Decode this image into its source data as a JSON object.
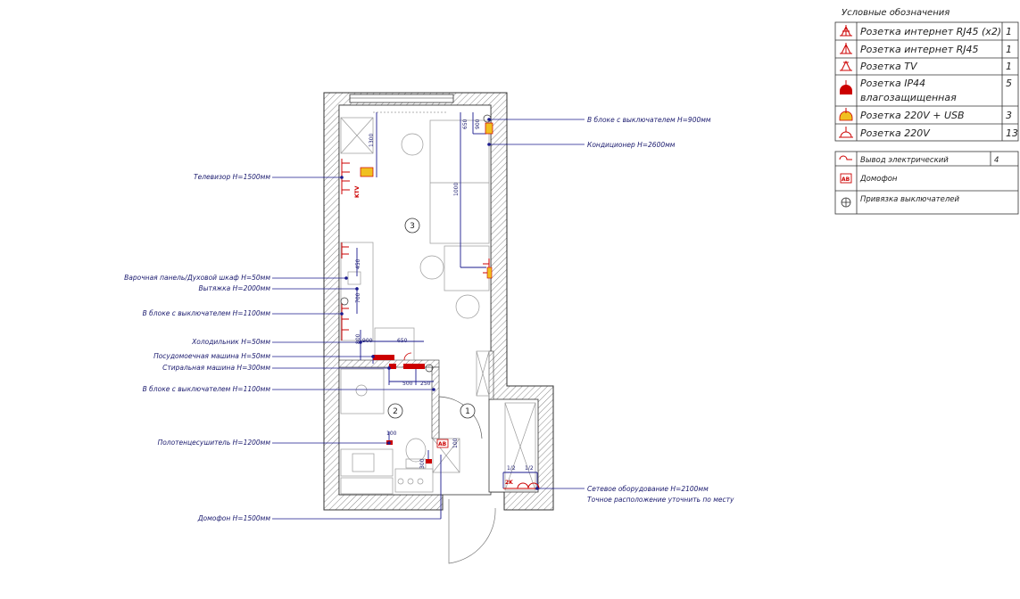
{
  "legend": {
    "title": "Условные обозначения",
    "rows": [
      {
        "label": "Розетка интернет RJ45 (x2)",
        "count": "1",
        "icon": "rj45-double-socket-icon"
      },
      {
        "label": "Розетка интернет RJ45",
        "count": "1",
        "icon": "rj45-socket-icon"
      },
      {
        "label": "Розетка TV",
        "count": "1",
        "icon": "tv-socket-icon"
      },
      {
        "label": "Розетка IP44",
        "label2": "влагозащищенная",
        "count": "5",
        "icon": "ip44-socket-icon"
      },
      {
        "label": "Розетка 220V + USB",
        "count": "3",
        "icon": "usb-socket-icon"
      },
      {
        "label": "Розетка 220V",
        "count": "13",
        "icon": "socket-220v-icon"
      }
    ],
    "extra": [
      {
        "label": "Вывод электрический",
        "count": "4",
        "icon": "electrical-outlet-icon"
      },
      {
        "label": "Домофон",
        "count": "",
        "icon": "intercom-icon"
      },
      {
        "label": "Привязка выключателей",
        "count": "",
        "icon": "switch-anchor-icon"
      }
    ]
  },
  "callouts_left": [
    "Телевизор H=1500мм",
    "Варочная панель/Духовой шкаф H=50мм",
    "Вытяжка H=2000мм",
    "В блоке с выключателем H=1100мм",
    "Холодильник H=50мм",
    "Посудомоечная машина H=50мм",
    "Стиральная машина H=300мм",
    "В блоке с выключателем H=1100мм",
    "Полотенцесушитель H=1200мм",
    "Домофон H=1500мм"
  ],
  "callouts_right": [
    "В блоке с выключателем H=900мм",
    "Кондиционер H=2600мм",
    "Сетевое оборудование H=2100мм",
    "Точное расположение уточнить по месту"
  ],
  "rooms": [
    "3",
    "2",
    "1"
  ],
  "dims": [
    "1300",
    "650",
    "900",
    "1000",
    "450",
    "700",
    "800",
    "900",
    "650",
    "500",
    "250",
    "100",
    "100",
    "300",
    "1/2",
    "1/2"
  ],
  "symbols": {
    "ktv": "KTV",
    "intercom": "АВ",
    "network": "2K"
  }
}
